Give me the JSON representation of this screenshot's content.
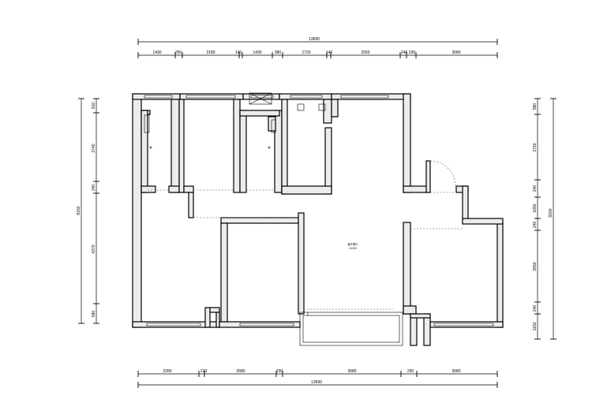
{
  "dimensions": {
    "top_total": "13690",
    "top_segments": [
      "1430",
      "250",
      "2180",
      "140",
      "1430",
      "380",
      "1720",
      "140",
      "2650",
      "240",
      "230",
      "3080"
    ],
    "bottom_segments": [
      "2280",
      "210",
      "2680",
      "230",
      "3080",
      "230",
      "3080"
    ],
    "bottom_total": "13690",
    "left_total": "8150",
    "left_segments": [
      "510",
      "2740",
      "240",
      "4370",
      "590"
    ],
    "right_total": "9200",
    "right_segments": [
      "580",
      "2760",
      "240",
      "1650",
      "240",
      "3650",
      "240",
      "1150"
    ]
  },
  "labels": {
    "center_title": "客厅餐厅",
    "center_level": "±0.000",
    "left_total_label": "8150"
  }
}
